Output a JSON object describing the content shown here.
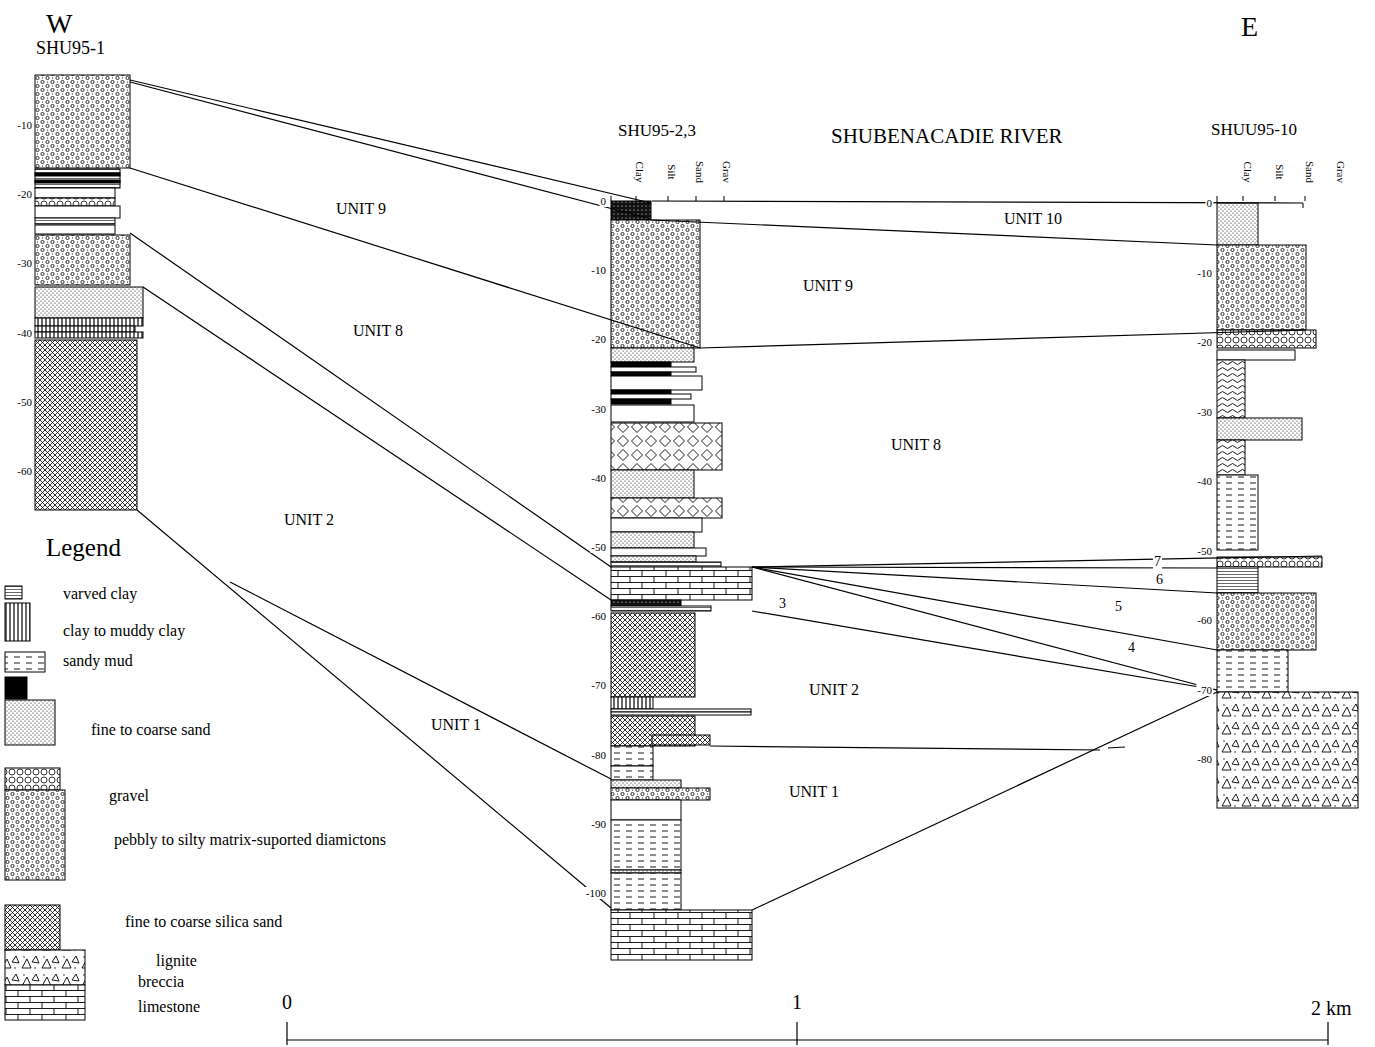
{
  "diagram": {
    "labels": [
      "W",
      "SHU95-1",
      "E",
      "SHU95-2,3",
      "SHUBENACADIE RIVER",
      "SHUU95-10",
      "-10",
      "-20",
      "-30",
      "-40",
      "-50",
      "-60",
      "Clay",
      "Silt",
      "Sand",
      "Grav",
      "0",
      "-10",
      "-20",
      "-30",
      "-40",
      "-50",
      "-60",
      "-70",
      "-80",
      "-90",
      "-100",
      "Clay",
      "Silt",
      "Sand",
      "Grav",
      "0",
      "-10",
      "-20",
      "-30",
      "-40",
      "-50",
      "-60",
      "-70",
      "-80",
      "UNIT 9",
      "UNIT 8",
      "UNIT 2",
      "UNIT 1",
      "UNIT 10",
      "UNIT 9",
      "UNIT 8",
      "UNIT 2",
      "UNIT 1",
      "3",
      "4",
      "5",
      "6",
      "7",
      "Legend",
      "0",
      "1",
      "2 km"
    ],
    "legend": [
      {
        "text": "varved clay"
      },
      {
        "text": "clay to muddy clay"
      },
      {
        "text": "sandy mud"
      },
      {
        "text": "fine to coarse sand"
      },
      {
        "text": "gravel"
      },
      {
        "text": "pebbly to silty matrix-suported diamictons"
      },
      {
        "text": "fine to coarse silica sand"
      },
      {
        "text": "lignite",
        "color": "#000000"
      },
      {
        "text": "breccia"
      },
      {
        "text": "limestone"
      }
    ]
  }
}
